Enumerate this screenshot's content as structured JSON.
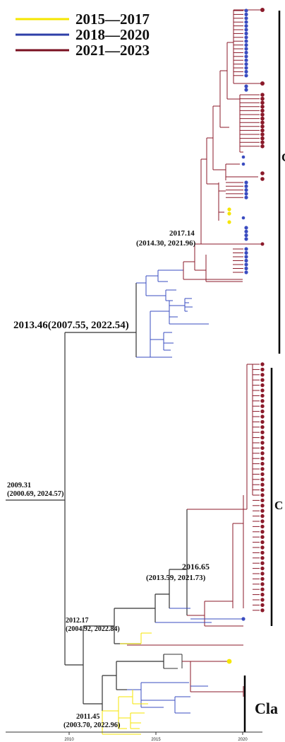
{
  "legend": [
    {
      "label": "2015—2017",
      "color": "#f5e600"
    },
    {
      "label": "2018—2020",
      "color": "#2e3fa8"
    },
    {
      "label": "2021—2023",
      "color": "#7a1020"
    }
  ],
  "node_labels": {
    "n1_date": "2017.14",
    "n1_ci": "(2014.30, 2021.96)",
    "n2_text": "2013.46(2007.55, 2022.54)",
    "root_date": "2009.31",
    "root_ci": "(2000.69, 2024.57)",
    "n3_date": "2016.65",
    "n3_ci": "(2013.59, 2021.73)",
    "n4_date": "2012.17",
    "n4_ci": "(2004.92, 2022.84)",
    "n5_date": "2011.45",
    "n5_ci": "(2003.70, 2022.96)"
  },
  "clades": [
    {
      "label": "C"
    },
    {
      "label": "C"
    },
    {
      "label": "Cla"
    }
  ],
  "axis": {
    "ticks": [
      "2010",
      "2015",
      "2020"
    ]
  },
  "colors": {
    "yellow": "#f5e600",
    "blue": "#3a4cc0",
    "red": "#8b1a2a",
    "black": "#222222"
  }
}
